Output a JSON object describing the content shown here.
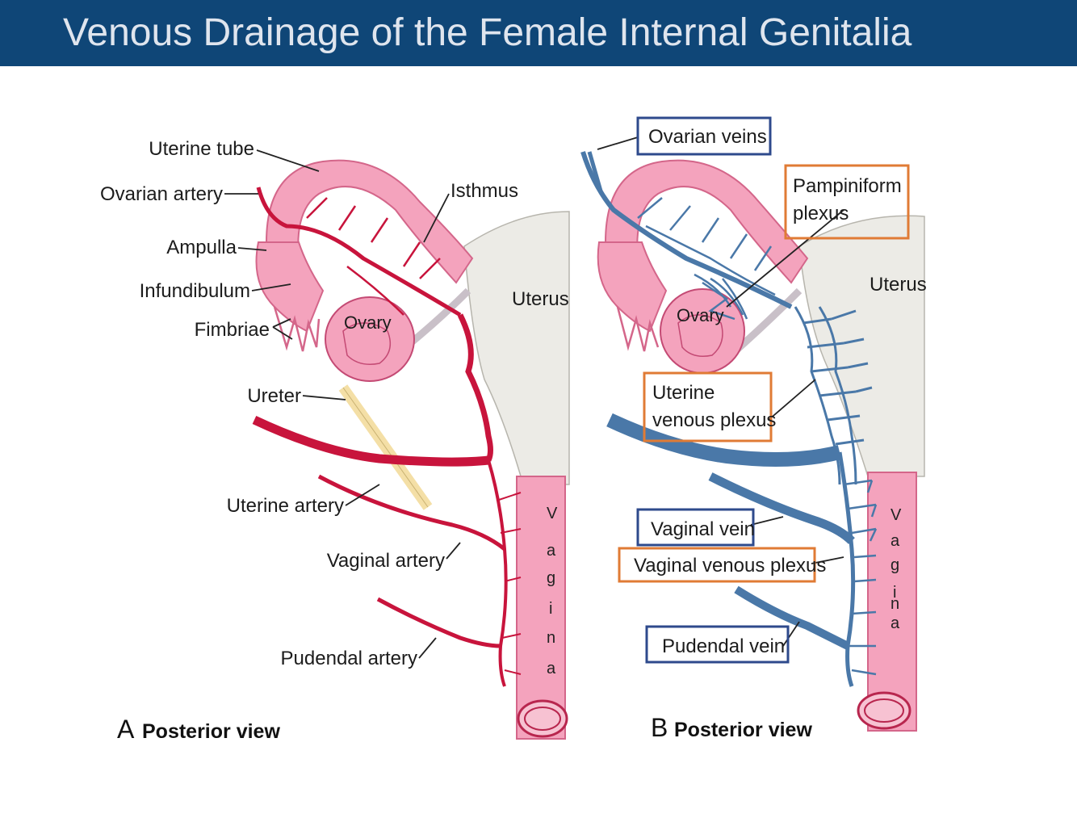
{
  "title": "Venous Drainage of the Female Internal Genitalia",
  "colors": {
    "title_bg": "#0f4677",
    "title_text": "#dfe5ee",
    "artery": "#c8143c",
    "vein": "#4a78a8",
    "organ_pink": "#f4a3bd",
    "uterus": "#ecebe6",
    "ureter": "#f4dfa6",
    "box_blue": "#2e4a8c",
    "box_orange": "#e07b35"
  },
  "panel_a": {
    "letter": "A",
    "view_label": "Posterior view",
    "labels": {
      "uterine_tube": "Uterine tube",
      "ovarian_artery": "Ovarian artery",
      "ampulla": "Ampulla",
      "infundibulum": "Infundibulum",
      "fimbriae": "Fimbriae",
      "isthmus": "Isthmus",
      "uterus": "Uterus",
      "ovary": "Ovary",
      "ureter": "Ureter",
      "uterine_artery": "Uterine artery",
      "vaginal_artery": "Vaginal artery",
      "pudendal_artery": "Pudendal artery",
      "vagina_letters": [
        "V",
        "a",
        "g",
        "i",
        "n",
        "a"
      ]
    }
  },
  "panel_b": {
    "letter": "B",
    "view_label": "Posterior view",
    "labels": {
      "ovarian_veins": "Ovarian veins",
      "pampiniform_1": "Pampiniform",
      "pampiniform_2": "plexus",
      "uterus": "Uterus",
      "ovary": "Ovary",
      "uterine_venous_1": "Uterine",
      "uterine_venous_2": "venous plexus",
      "vaginal_vein": "Vaginal vein",
      "vaginal_venous_plexus": "Vaginal venous plexus",
      "pudendal_vein": "Pudendal vein",
      "vagina_letters": [
        "V",
        "a",
        "g",
        "i",
        "n",
        "a"
      ]
    }
  }
}
